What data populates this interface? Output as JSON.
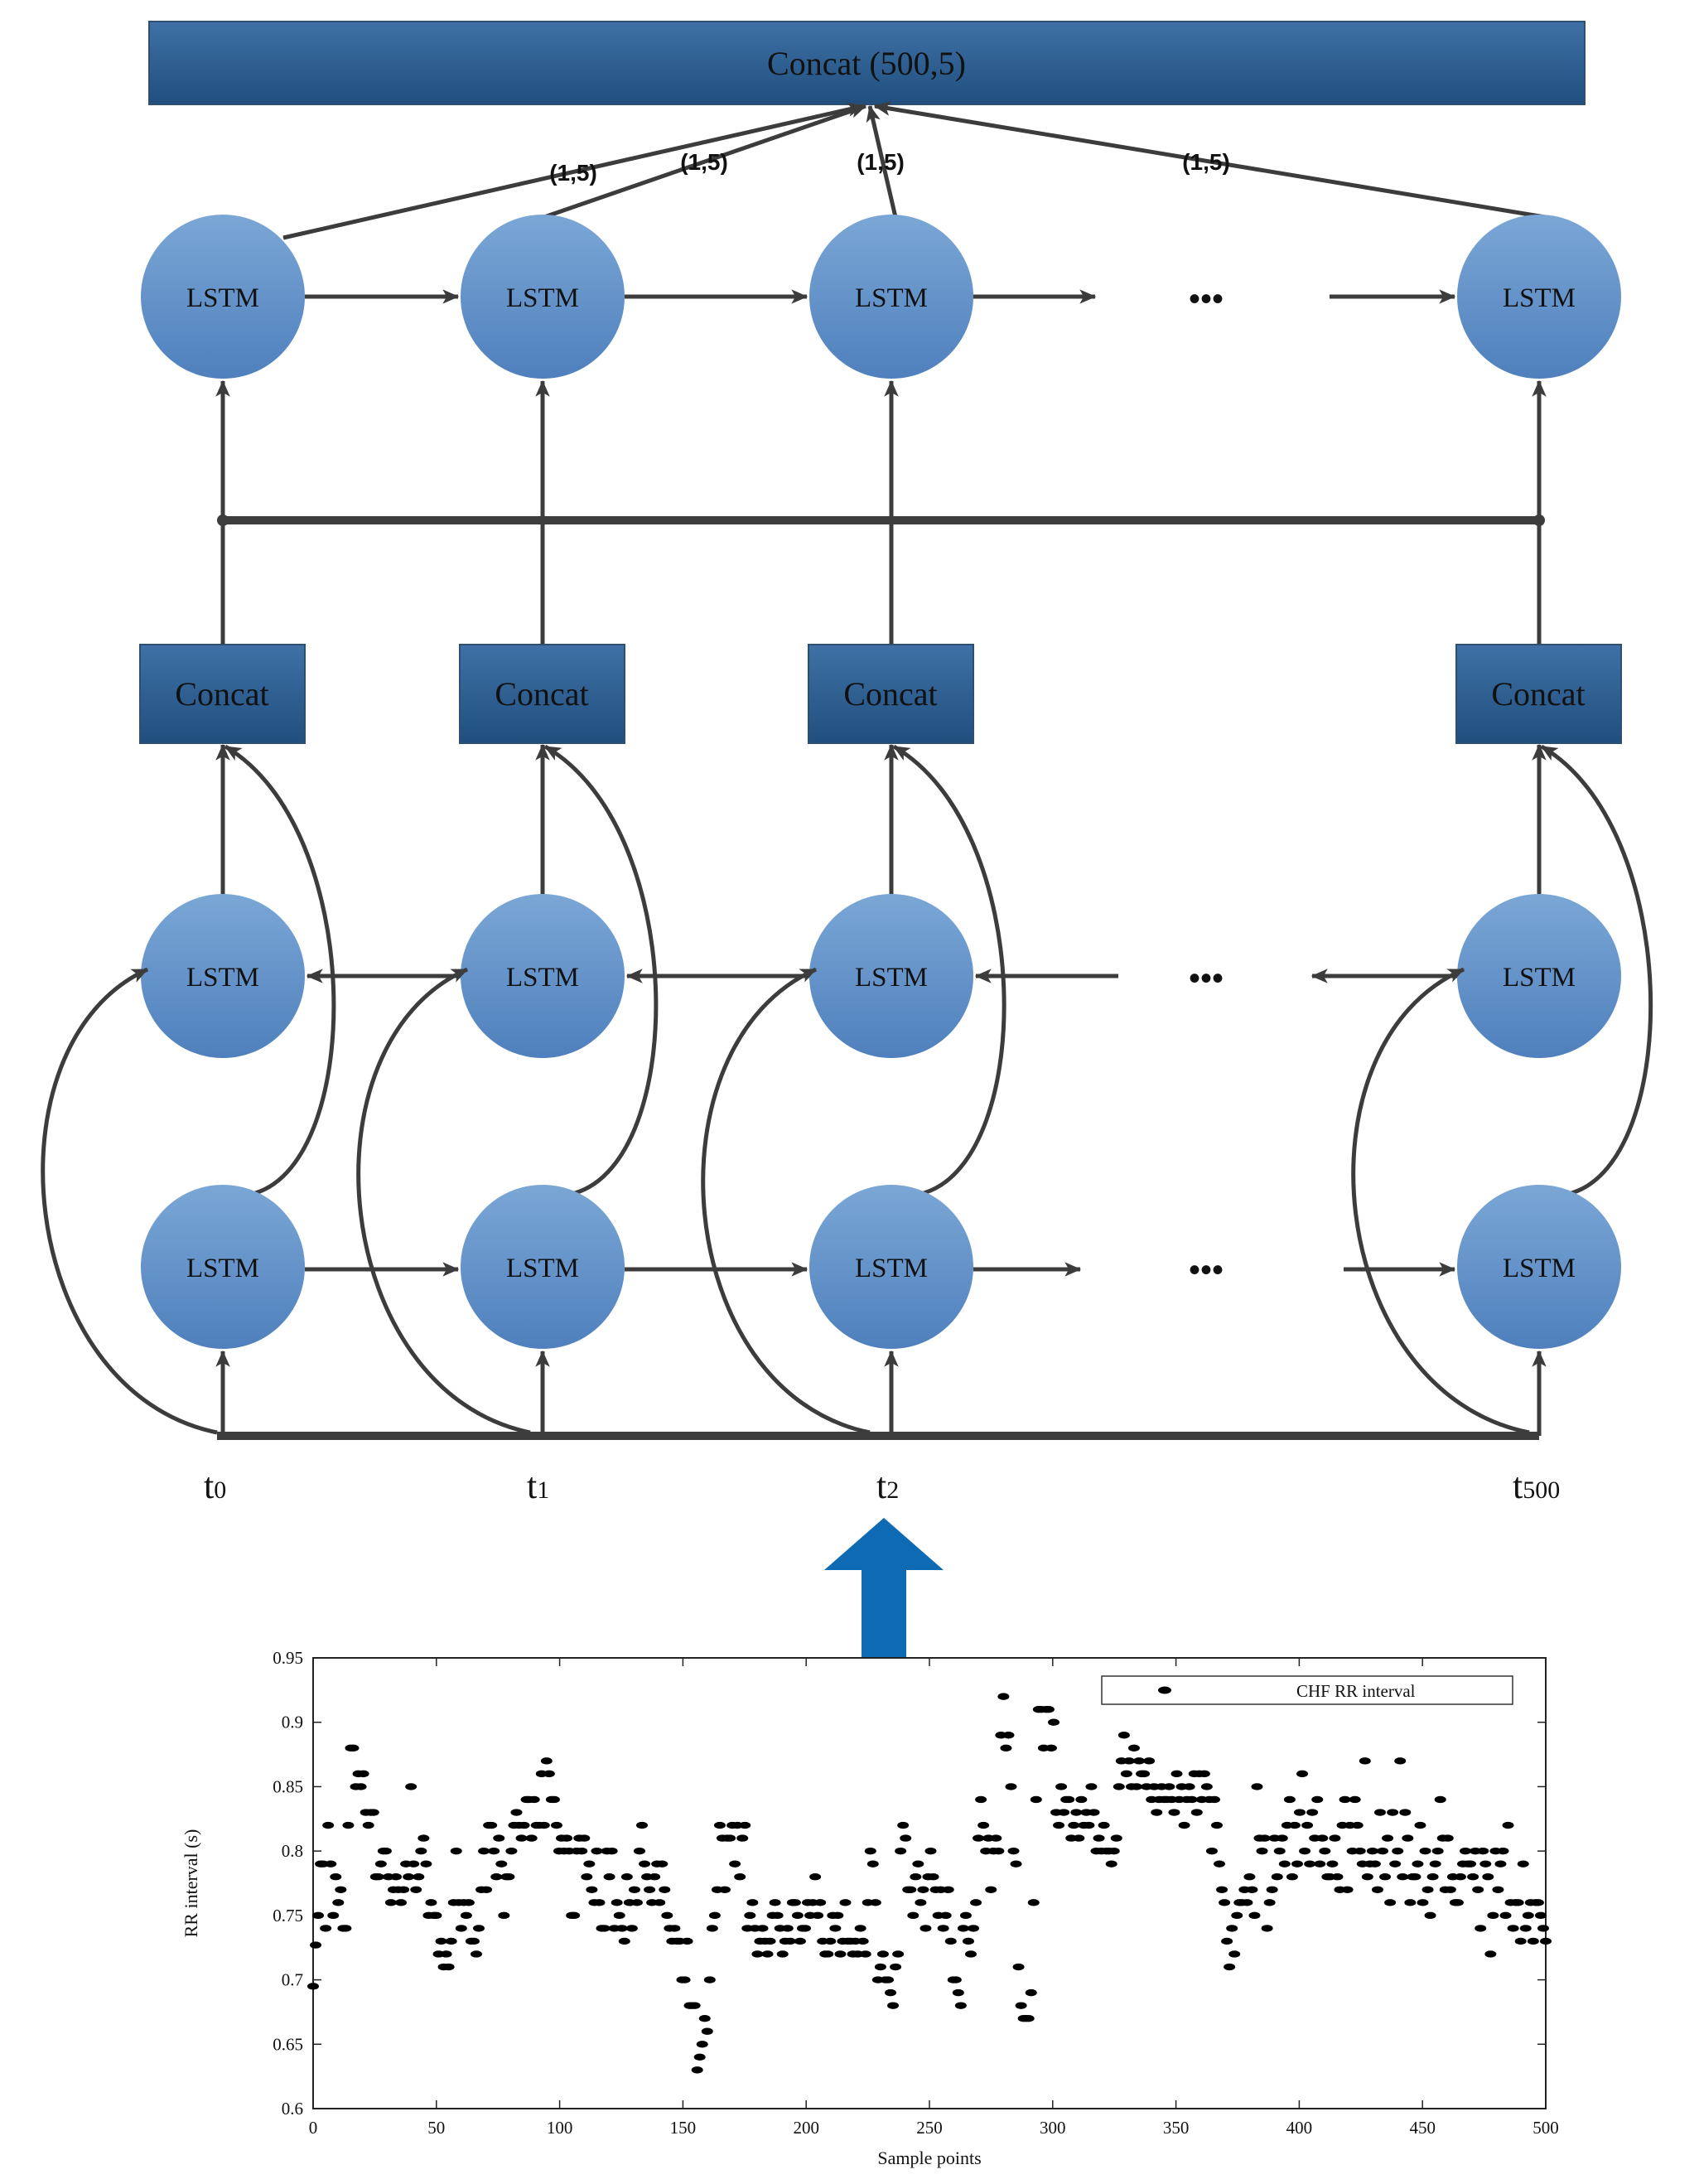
{
  "diagram": {
    "concat_top_label": "Concat (500,5)",
    "edge_shape_label": "(1,5)",
    "lstm_label": "LSTM",
    "concat_label": "Concat",
    "ellipsis": "•••",
    "time_steps": [
      {
        "base": "t",
        "sub": "0"
      },
      {
        "base": "t",
        "sub": "1"
      },
      {
        "base": "t",
        "sub": "2"
      },
      {
        "base": "t",
        "sub": "500"
      }
    ],
    "colors": {
      "lstm_fill_light": "#7ba7d6",
      "lstm_fill_dark": "#4f80bd",
      "concat_fill_light": "#3f71a6",
      "concat_fill_dark": "#204f7e",
      "arrow": "#3c3c3c",
      "big_arrow": "#0f6ab4"
    }
  },
  "chart_data": {
    "type": "scatter",
    "xlabel": "Sample points",
    "ylabel": "RR interval (s)",
    "legend": "CHF RR interval",
    "legend_position": "top-right",
    "xlim": [
      0,
      500
    ],
    "ylim": [
      0.6,
      0.95
    ],
    "xticks": [
      0,
      50,
      100,
      150,
      200,
      250,
      300,
      350,
      400,
      450,
      500
    ],
    "yticks": [
      0.6,
      0.65,
      0.7,
      0.75,
      0.8,
      0.85,
      0.9,
      0.95
    ],
    "ytick_labels": [
      "0.6",
      "0.65",
      "0.7",
      "0.75",
      "0.8",
      "0.85",
      "0.9",
      "0.95"
    ],
    "y": [
      0.695,
      0.727,
      0.75,
      0.79,
      0.79,
      0.74,
      0.82,
      0.79,
      0.75,
      0.78,
      0.76,
      0.77,
      0.74,
      0.74,
      0.82,
      0.88,
      0.88,
      0.85,
      0.86,
      0.85,
      0.86,
      0.83,
      0.82,
      0.83,
      0.83,
      0.78,
      0.78,
      0.79,
      0.8,
      0.8,
      0.78,
      0.76,
      0.77,
      0.78,
      0.77,
      0.76,
      0.77,
      0.79,
      0.78,
      0.85,
      0.79,
      0.77,
      0.78,
      0.8,
      0.81,
      0.79,
      0.75,
      0.76,
      0.75,
      0.75,
      0.72,
      0.73,
      0.71,
      0.72,
      0.71,
      0.73,
      0.76,
      0.8,
      0.76,
      0.74,
      0.76,
      0.75,
      0.76,
      0.73,
      0.73,
      0.72,
      0.74,
      0.77,
      0.8,
      0.77,
      0.82,
      0.82,
      0.8,
      0.78,
      0.81,
      0.79,
      0.75,
      0.78,
      0.78,
      0.8,
      0.82,
      0.83,
      0.82,
      0.81,
      0.82,
      0.84,
      0.84,
      0.81,
      0.84,
      0.82,
      0.82,
      0.86,
      0.82,
      0.87,
      0.86,
      0.84,
      0.84,
      0.82,
      0.8,
      0.81,
      0.8,
      0.81,
      0.8,
      0.75,
      0.75,
      0.8,
      0.81,
      0.8,
      0.81,
      0.78,
      0.79,
      0.77,
      0.76,
      0.8,
      0.76,
      0.74,
      0.74,
      0.8,
      0.78,
      0.8,
      0.74,
      0.76,
      0.75,
      0.74,
      0.73,
      0.78,
      0.76,
      0.74,
      0.77,
      0.76,
      0.8,
      0.82,
      0.79,
      0.78,
      0.77,
      0.76,
      0.78,
      0.79,
      0.76,
      0.79,
      0.77,
      0.75,
      0.74,
      0.73,
      0.74,
      0.73,
      0.73,
      0.7,
      0.7,
      0.73,
      0.68,
      0.68,
      0.68,
      0.63,
      0.64,
      0.65,
      0.67,
      0.66,
      0.7,
      0.74,
      0.75,
      0.77,
      0.82,
      0.81,
      0.77,
      0.81,
      0.81,
      0.82,
      0.79,
      0.82,
      0.78,
      0.81,
      0.82,
      0.74,
      0.75,
      0.76,
      0.74,
      0.72,
      0.73,
      0.74,
      0.73,
      0.72,
      0.73,
      0.75,
      0.76,
      0.75,
      0.74,
      0.72,
      0.73,
      0.74,
      0.73,
      0.76,
      0.76,
      0.75,
      0.73,
      0.74,
      0.74,
      0.76,
      0.75,
      0.76,
      0.78,
      0.75,
      0.76,
      0.73,
      0.72,
      0.72,
      0.73,
      0.75,
      0.74,
      0.75,
      0.72,
      0.73,
      0.76,
      0.73,
      0.73,
      0.72,
      0.73,
      0.72,
      0.74,
      0.73,
      0.72,
      0.76,
      0.8,
      0.79,
      0.76,
      0.7,
      0.71,
      0.72,
      0.7,
      0.7,
      0.69,
      0.68,
      0.71,
      0.72,
      0.8,
      0.82,
      0.81,
      0.77,
      0.77,
      0.75,
      0.78,
      0.79,
      0.76,
      0.77,
      0.74,
      0.78,
      0.8,
      0.78,
      0.77,
      0.75,
      0.77,
      0.74,
      0.75,
      0.77,
      0.73,
      0.7,
      0.7,
      0.69,
      0.68,
      0.74,
      0.75,
      0.73,
      0.72,
      0.74,
      0.76,
      0.81,
      0.84,
      0.82,
      0.8,
      0.81,
      0.77,
      0.8,
      0.81,
      0.8,
      0.89,
      0.92,
      0.88,
      0.89,
      0.85,
      0.8,
      0.79,
      0.71,
      0.68,
      0.67,
      0.67,
      0.67,
      0.69,
      0.76,
      0.84,
      0.91,
      0.91,
      0.88,
      0.91,
      0.91,
      0.88,
      0.9,
      0.83,
      0.82,
      0.85,
      0.83,
      0.84,
      0.84,
      0.81,
      0.82,
      0.83,
      0.81,
      0.84,
      0.82,
      0.83,
      0.82,
      0.85,
      0.83,
      0.8,
      0.81,
      0.8,
      0.82,
      0.8,
      0.8,
      0.79,
      0.8,
      0.81,
      0.85,
      0.87,
      0.89,
      0.86,
      0.87,
      0.85,
      0.88,
      0.85,
      0.87,
      0.86,
      0.86,
      0.85,
      0.87,
      0.84,
      0.85,
      0.83,
      0.84,
      0.85,
      0.84,
      0.84,
      0.85,
      0.84,
      0.83,
      0.86,
      0.84,
      0.85,
      0.82,
      0.84,
      0.85,
      0.84,
      0.86,
      0.83,
      0.86,
      0.84,
      0.86,
      0.85,
      0.84,
      0.8,
      0.84,
      0.82,
      0.79,
      0.77,
      0.76,
      0.73,
      0.71,
      0.74,
      0.72,
      0.75,
      0.76,
      0.76,
      0.77,
      0.76,
      0.78,
      0.77,
      0.75,
      0.85,
      0.81,
      0.8,
      0.81,
      0.74,
      0.76,
      0.77,
      0.81,
      0.78,
      0.8,
      0.81,
      0.79,
      0.82,
      0.84,
      0.78,
      0.82,
      0.79,
      0.83,
      0.86,
      0.8,
      0.82,
      0.79,
      0.83,
      0.81,
      0.84,
      0.79,
      0.81,
      0.8,
      0.78,
      0.78,
      0.79,
      0.81,
      0.78,
      0.77,
      0.82,
      0.84,
      0.77,
      0.82,
      0.8,
      0.84,
      0.82,
      0.8,
      0.79,
      0.87,
      0.78,
      0.79,
      0.8,
      0.79,
      0.77,
      0.83,
      0.8,
      0.78,
      0.81,
      0.76,
      0.83,
      0.79,
      0.8,
      0.87,
      0.78,
      0.83,
      0.81,
      0.76,
      0.78,
      0.78,
      0.79,
      0.82,
      0.76,
      0.8,
      0.77,
      0.75,
      0.78,
      0.79,
      0.8,
      0.84,
      0.81,
      0.77,
      0.81,
      0.77,
      0.78,
      0.76,
      0.76,
      0.78,
      0.79,
      0.8,
      0.79,
      0.79,
      0.78,
      0.8,
      0.77,
      0.74,
      0.8,
      0.79,
      0.78,
      0.72,
      0.75,
      0.8,
      0.77,
      0.79,
      0.8,
      0.75,
      0.82,
      0.76,
      0.74,
      0.76,
      0.76,
      0.73,
      0.79,
      0.74,
      0.75,
      0.76,
      0.73,
      0.76,
      0.76,
      0.75,
      0.74,
      0.73
    ]
  }
}
